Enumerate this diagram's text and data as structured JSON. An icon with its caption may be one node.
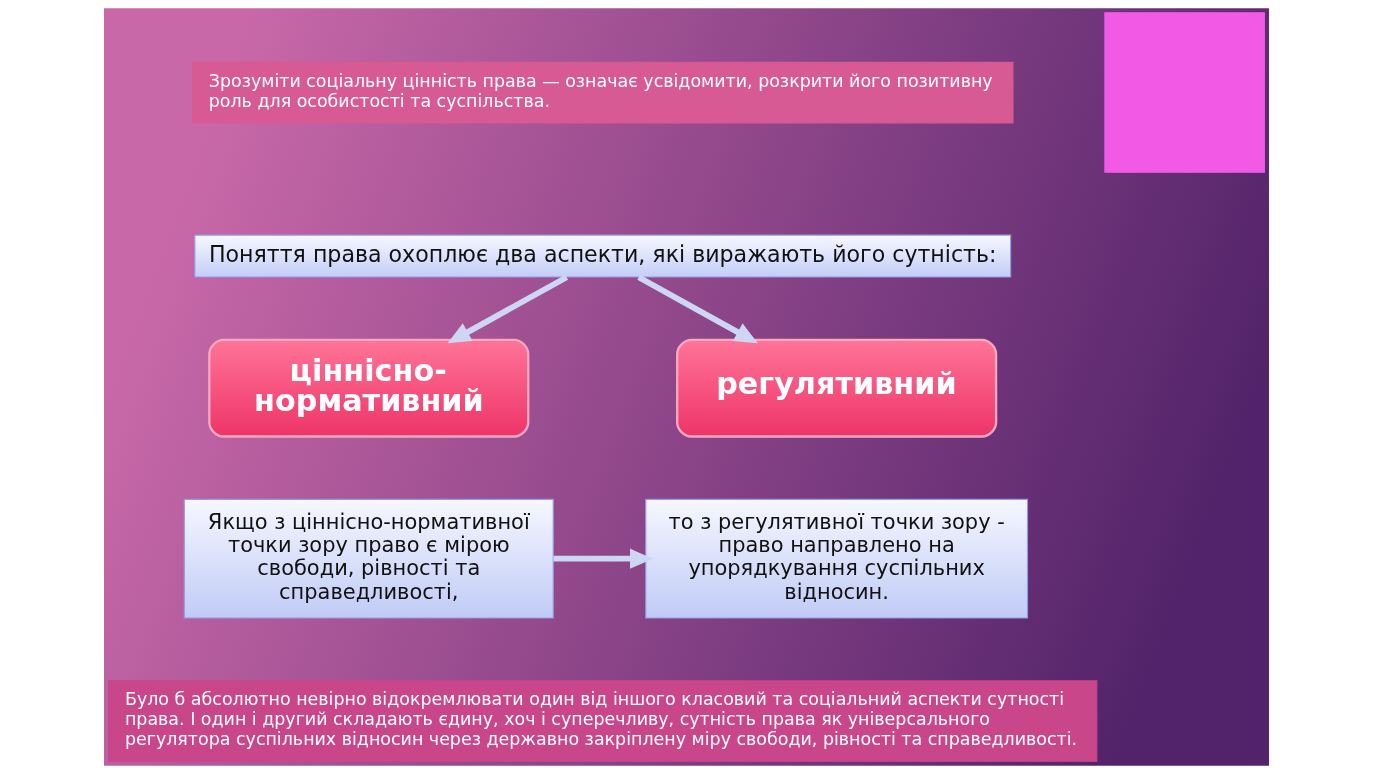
{
  "diagram": {
    "nodes": [
      {
        "text": [
          "Зрозуміти соціальну цінність права — означає усвідомити, розкрити його позитивну роль для особистості та суспільства."
        ]
      },
      {
        "text": [],
        "shape": "box"
      },
      {
        "text": [
          "Поняття права охоплює два аспекти, які виражають його сутність:"
        ]
      },
      {
        "text": [
          "ціннісно-нормативний"
        ]
      },
      {
        "text": [
          "регулятивний"
        ]
      },
      {
        "text": [
          "Якщо з ціннісно-нормативної точки зору право є мірою свободи, рівності та справедливості,"
        ]
      },
      {
        "text": [
          "то з регулятивної точки зору - право направлено на упорядкування суспільних відносин."
        ]
      },
      {
        "text": [
          "Було б абсолютно невірно відокремлювати один від іншого класовий та соціальний аспекти сутності права. І один і другий складають єдину, хоч і суперечливу, сутність права як універсального регулятора суспільних відносин через державно закріплену міру свободи, рівності та справедливості."
        ]
      }
    ],
    "edges": [
      {
        "from": 2,
        "to": 3,
        "arrow": "to"
      },
      {
        "from": 2,
        "to": 4,
        "arrow": "to"
      },
      {
        "from": 5,
        "to": 6,
        "arrow": "to"
      }
    ]
  }
}
